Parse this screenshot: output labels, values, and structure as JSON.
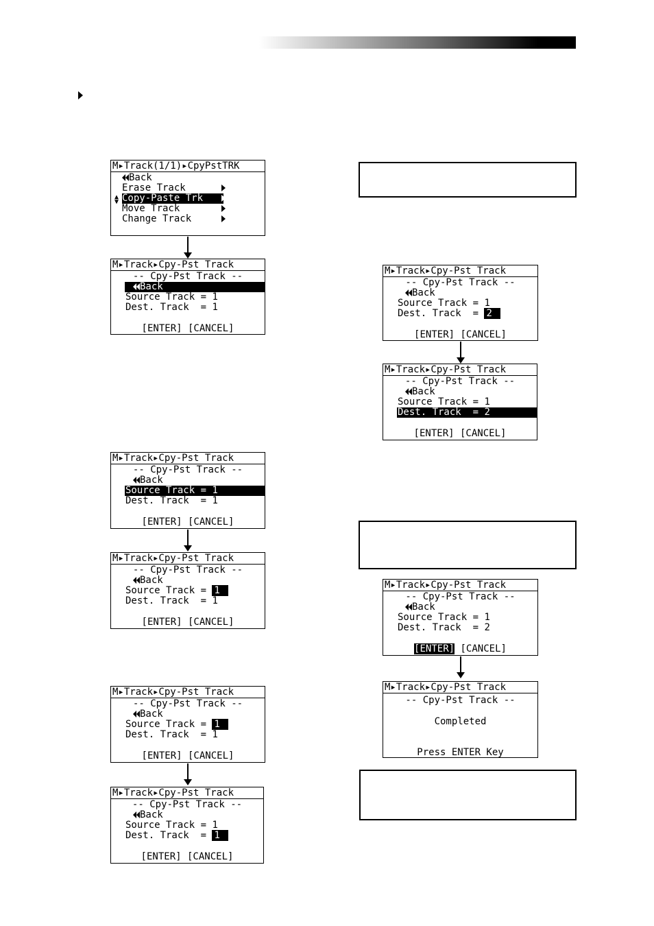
{
  "screens": {
    "s1": {
      "title": "M▸Track(1/1)▸CpyPstTRK",
      "rows": [
        "Back",
        "Erase Track",
        "Copy-Paste Trk",
        "Move Track",
        "Change Track"
      ]
    },
    "common": {
      "title": "M▸Track▸Cpy-Pst Track",
      "header": "-- Cpy-Pst Track --",
      "back": "Back",
      "source_label": "Source Track =",
      "dest_label": "Dest. Track  =",
      "enter": "[ENTER]",
      "cancel": "[CANCEL]"
    },
    "s2": {
      "source": "1",
      "dest": "1"
    },
    "s3": {
      "source": "1",
      "dest": "1"
    },
    "s4": {
      "source": "1",
      "dest": "1"
    },
    "s5": {
      "source": "1",
      "dest": "1"
    },
    "s6": {
      "source": "1",
      "dest": "1"
    },
    "s7": {
      "source": "1",
      "dest": "2"
    },
    "s8": {
      "source": "1",
      "dest": "2"
    },
    "s9": {
      "source": "1",
      "dest": "2"
    },
    "s10": {
      "completed": "Completed",
      "press": "Press ENTER Key"
    }
  },
  "icons": [
    "header-gradient-bar",
    "bullet-arrow-icon",
    "down-arrow-icon"
  ]
}
